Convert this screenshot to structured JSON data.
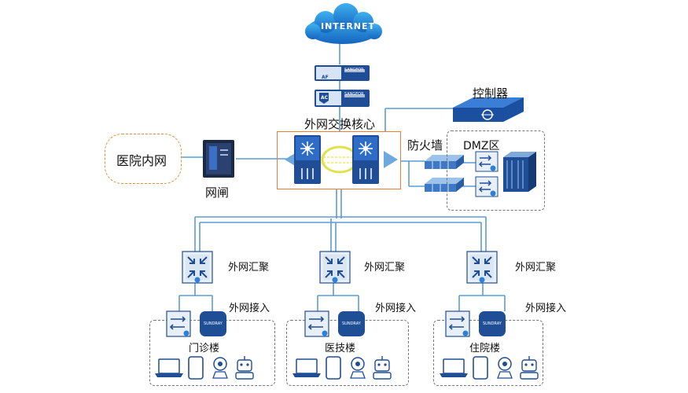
{
  "internet_label": "INTERNET",
  "af_badge": "AF",
  "ac_badge": "AC",
  "sangfor_text": "SANGFOR",
  "controller_label": "控制器",
  "core_label": "外网交换核心",
  "intranet_label": "医院内网",
  "gateway_label": "网闸",
  "firewall_label": "防火墙",
  "dmz_label": "DMZ区",
  "aggregation_label": "外网汇聚",
  "access_label": "外网接入",
  "sundray_text": "SUNDRAY",
  "buildings": [
    "门诊楼",
    "医技楼",
    "住院楼"
  ],
  "colors": {
    "core_border": "#ef7d2f",
    "link": "#5b9bd5",
    "device_blue": "#1f4e96"
  }
}
